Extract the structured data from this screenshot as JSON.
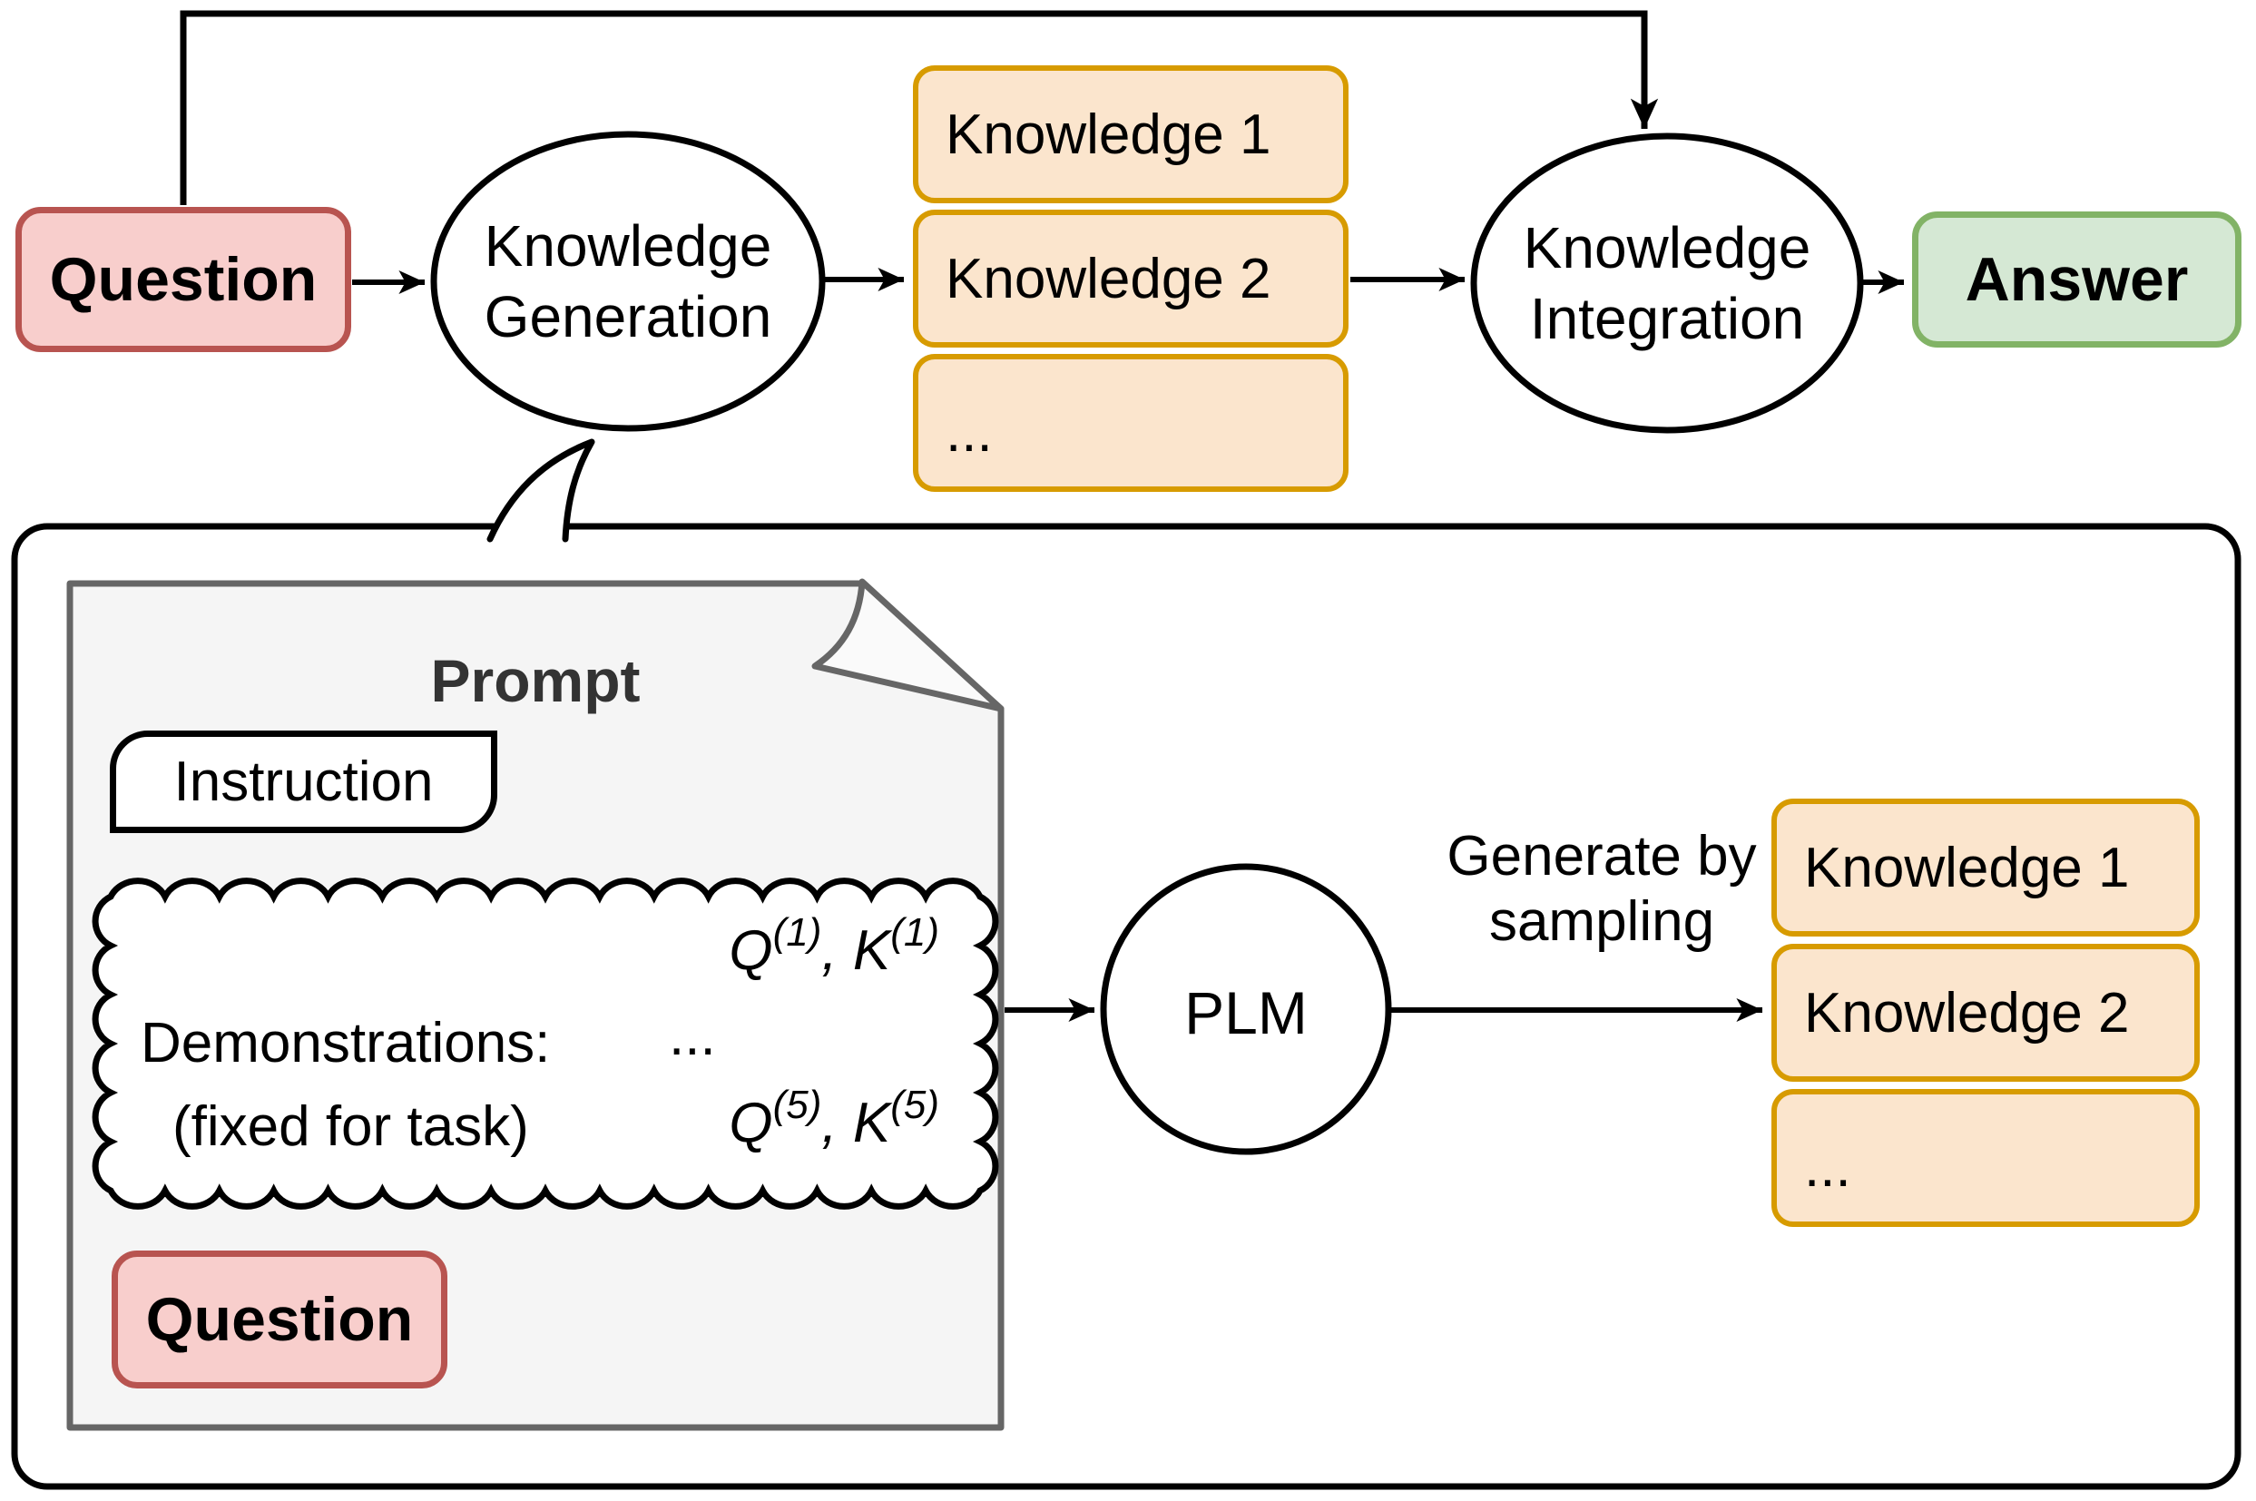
{
  "colors": {
    "pink_fill": "#f8cecc",
    "pink_border": "#b85450",
    "green_fill": "#d5e8d4",
    "green_border": "#82b366",
    "orange_fill": "#fbe5cd",
    "orange_border": "#d79b00",
    "panel_fill": "#f5f5f5",
    "panel_border": "#666666",
    "line": "#000000",
    "prompt_title_text": "#333333"
  },
  "top_flow": {
    "question_label": "Question",
    "generation_ellipse": {
      "line1": "Knowledge",
      "line2": "Generation"
    },
    "knowledge_stack": [
      "Knowledge 1",
      "Knowledge 2",
      "..."
    ],
    "integration_ellipse": {
      "line1": "Knowledge",
      "line2": "Integration"
    },
    "answer_label": "Answer"
  },
  "callout": {
    "prompt_title": "Prompt",
    "instruction_label": "Instruction",
    "demonstrations": {
      "label": "Demonstrations:",
      "note": "(fixed for task)",
      "row1": {
        "q": "Q",
        "q_sup": "(1)",
        "comma": ", ",
        "k": "K",
        "k_sup": "(1)"
      },
      "row2_dots": "...",
      "row3": {
        "q": "Q",
        "q_sup": "(5)",
        "comma": ", ",
        "k": "K",
        "k_sup": "(5)"
      }
    },
    "question_label": "Question",
    "plm_label": "PLM",
    "arrow_label": {
      "line1": "Generate by",
      "line2": "sampling"
    },
    "knowledge_stack": [
      "Knowledge 1",
      "Knowledge 2",
      "..."
    ]
  }
}
